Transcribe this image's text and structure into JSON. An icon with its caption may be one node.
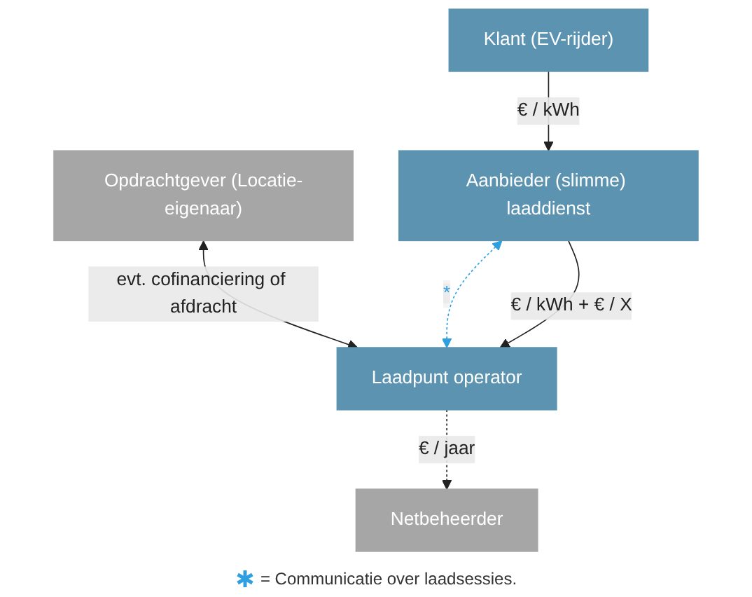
{
  "diagram": {
    "nodes": [
      {
        "text": [
          "Klant (EV-rijder)"
        ]
      },
      {
        "text": [
          "Opdrachtgever (Locatie-eigenaar)"
        ]
      },
      {
        "text": [
          "Aanbieder (slimme) laaddienst"
        ]
      },
      {
        "text": [
          "Laadpunt operator"
        ]
      },
      {
        "text": [
          "Netbeheerder"
        ]
      }
    ],
    "edges": [
      {
        "from": 0,
        "to": 2,
        "arrow": "to",
        "label": "€ / kWh"
      },
      {
        "from": 1,
        "to": 3,
        "arrow": "both",
        "label": "evt. cofinanciering of afdracht"
      },
      {
        "from": 2,
        "to": 3,
        "arrow": "both",
        "label": "*",
        "style": "dashed",
        "color": "#2e9fe0"
      },
      {
        "from": 2,
        "to": 3,
        "arrow": "to",
        "label": "€ / kWh + € / X"
      },
      {
        "from": 3,
        "to": 4,
        "arrow": "to",
        "label": "€ / jaar",
        "style": "dashed"
      }
    ],
    "legend": [
      {
        "text": "= Communicatie over laadsessies."
      }
    ]
  }
}
